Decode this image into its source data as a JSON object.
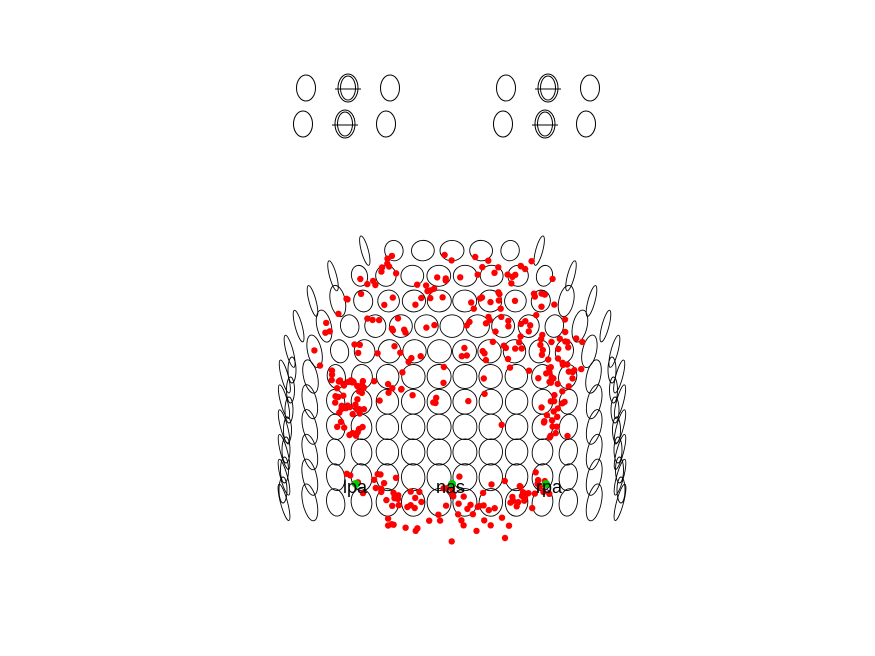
{
  "colors": {
    "background": "#ffffff",
    "coil_outline": "#000000",
    "headshape_points": "#ff0000",
    "fiducial_marker": "#00cc00"
  },
  "fiducials": [
    {
      "name": "lpa_label",
      "label": "lpa"
    },
    {
      "name": "nas_label",
      "label": "nas"
    },
    {
      "name": "rpa_label",
      "label": "rpa"
    }
  ]
}
